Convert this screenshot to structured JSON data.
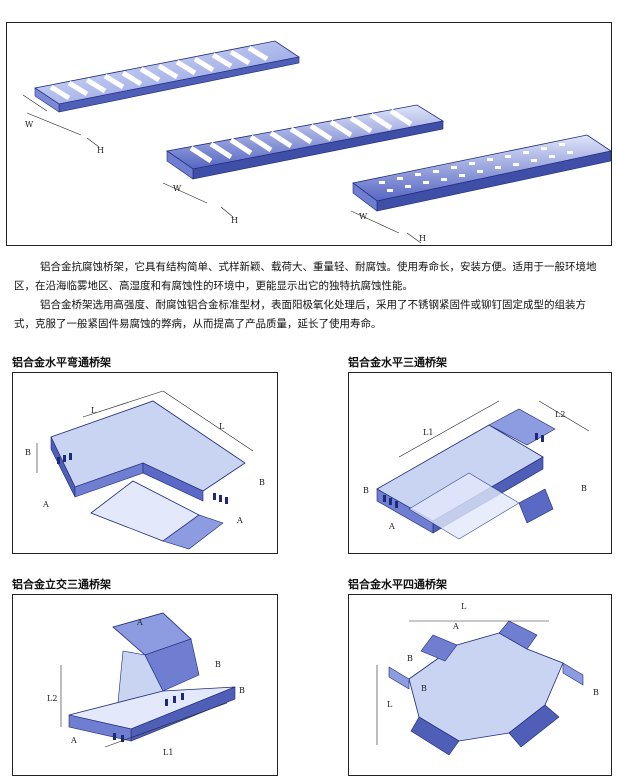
{
  "intro": {
    "paragraph1": "铝合金抗腐蚀桥架，它具有结构简单、式样新颖、载荷大、重量轻、耐腐蚀。使用寿命长，安装方便。适用于一般环境地区，在沿海临雾地区、高湿度和有腐蚀性的环境中，更能显示出它的独特抗腐蚀性能。",
    "paragraph2": "铝合金桥架选用高强度、耐腐蚀铝合金标准型材，表面阳极氧化处理后，采用了不锈钢紧固件或铆钉固定成型的组装方式，克服了一般紧固件易腐蚀的弊病，从而提高了产品质量，延长了使用寿命。"
  },
  "figures": [
    {
      "caption": "铝合金水平弯通桥架",
      "dims": [
        "L",
        "L",
        "B",
        "B",
        "A",
        "A"
      ]
    },
    {
      "caption": "铝合金水平三通桥架",
      "dims": [
        "L1",
        "L2",
        "B",
        "B",
        "A"
      ]
    },
    {
      "caption": "铝合金立交三通桥架",
      "dims": [
        "A",
        "B",
        "L2",
        "L1",
        "A",
        "B"
      ]
    },
    {
      "caption": "铝合金水平四通桥架",
      "dims": [
        "L",
        "A",
        "B",
        "B",
        "L",
        "B"
      ]
    }
  ],
  "top_dims": [
    "W",
    "H",
    "W",
    "H",
    "W",
    "H"
  ],
  "colors": {
    "tray_light": "#c9d3f2",
    "tray_mid": "#8d9be0",
    "tray_dark": "#4f5fb8",
    "outline": "#1d2a7a"
  }
}
